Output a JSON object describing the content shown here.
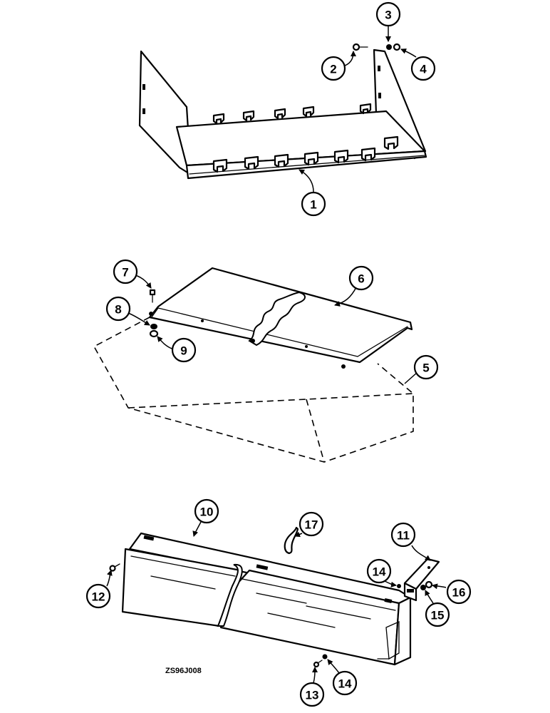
{
  "figure_code": "ZS96J008",
  "callouts": {
    "c1": "1",
    "c2": "2",
    "c3": "3",
    "c4": "4",
    "c5": "5",
    "c6": "6",
    "c7": "7",
    "c8": "8",
    "c9": "9",
    "c10": "10",
    "c11": "11",
    "c12": "12",
    "c13": "13",
    "c14a": "14",
    "c14b": "14",
    "c15": "15",
    "c16": "16",
    "c17": "17"
  }
}
